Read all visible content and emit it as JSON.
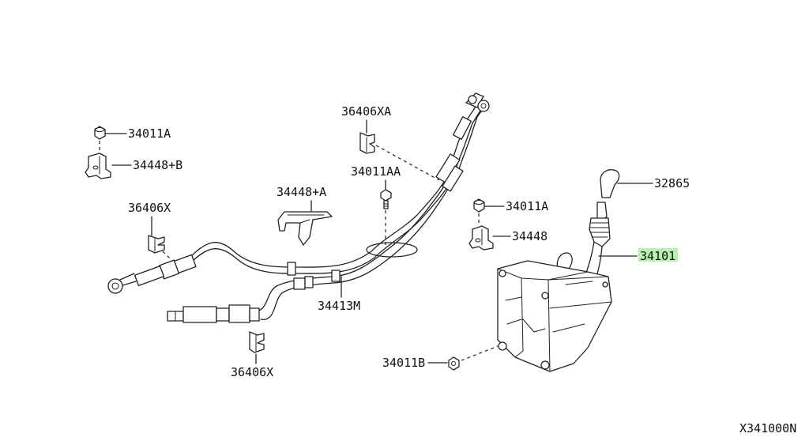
{
  "diagram": {
    "labels": {
      "p34011A_left": "34011A",
      "p34448B": "34448+B",
      "p36406X_left": "36406X",
      "p34448A": "34448+A",
      "p36406XA": "36406XA",
      "p34011AA": "34011AA",
      "p34413M": "34413M",
      "p36406X_bottom": "36406X",
      "p34011A_right": "34011A",
      "p34448": "34448",
      "p32865": "32865",
      "p34101": "34101",
      "p34011B": "34011B"
    },
    "diagram_code": "X341000N",
    "highlight_color": "#b8f0b0"
  }
}
